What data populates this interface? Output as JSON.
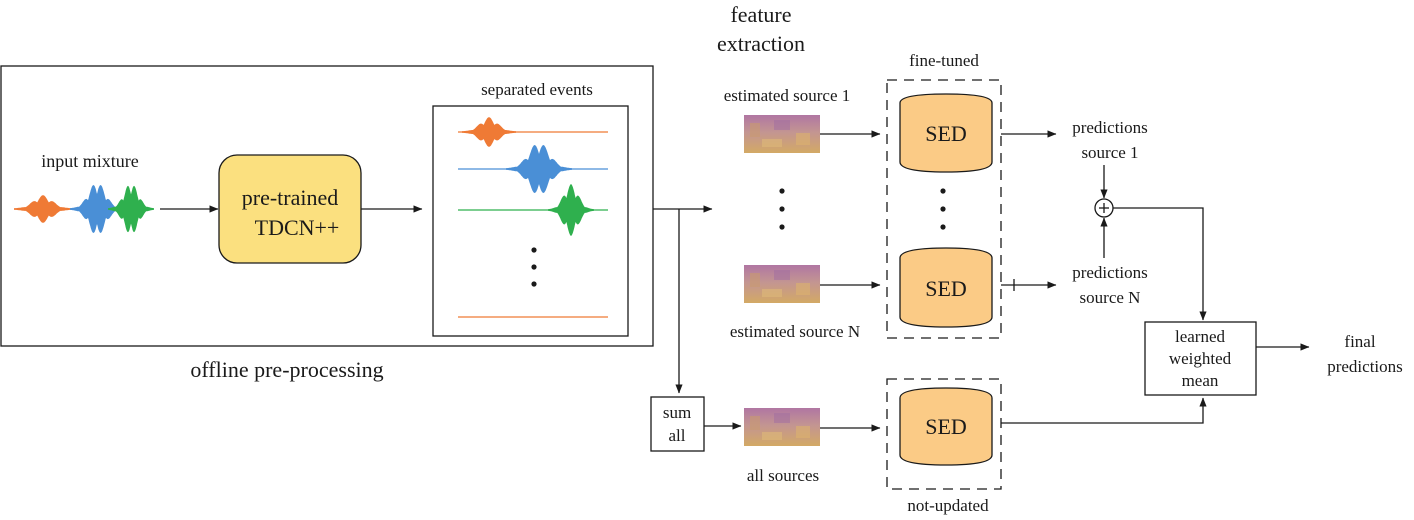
{
  "colors": {
    "ink": "#1a1a1a",
    "orange": "#ef7a35",
    "blue": "#4a8fd6",
    "green": "#2fb04e",
    "tdcn_fill": "#fbe07f",
    "sed_fill": "#fbcb86",
    "spec_top": "#b076a3",
    "spec_bottom": "#d3a965"
  },
  "labels": {
    "input_mixture": "input mixture",
    "tdcn_line1": "pre-trained",
    "tdcn_line2": "TDCN++",
    "separated_events": "separated events",
    "offline": "offline pre-processing",
    "feature_line1": "feature",
    "feature_line2": "extraction",
    "fine_tuned": "fine-tuned",
    "est_source_1": "estimated source 1",
    "est_source_n": "estimated source N",
    "all_sources": "all sources",
    "not_updated": "not-updated",
    "sed_1": "SED",
    "sed_n": "SED",
    "sed_all": "SED",
    "pred_1_line1": "predictions",
    "pred_1_line2": "source 1",
    "pred_n_line1": "predictions",
    "pred_n_line2": "source N",
    "sum_line1": "sum",
    "sum_line2": "all",
    "lwm_line1": "learned",
    "lwm_line2": "weighted",
    "lwm_line3": "mean",
    "final_line1": "final",
    "final_line2": "predictions",
    "plus": "+"
  },
  "icons": [
    "waveform-icon",
    "spectrogram-icon",
    "plus-circle-icon",
    "ellipsis-dots-icon"
  ]
}
